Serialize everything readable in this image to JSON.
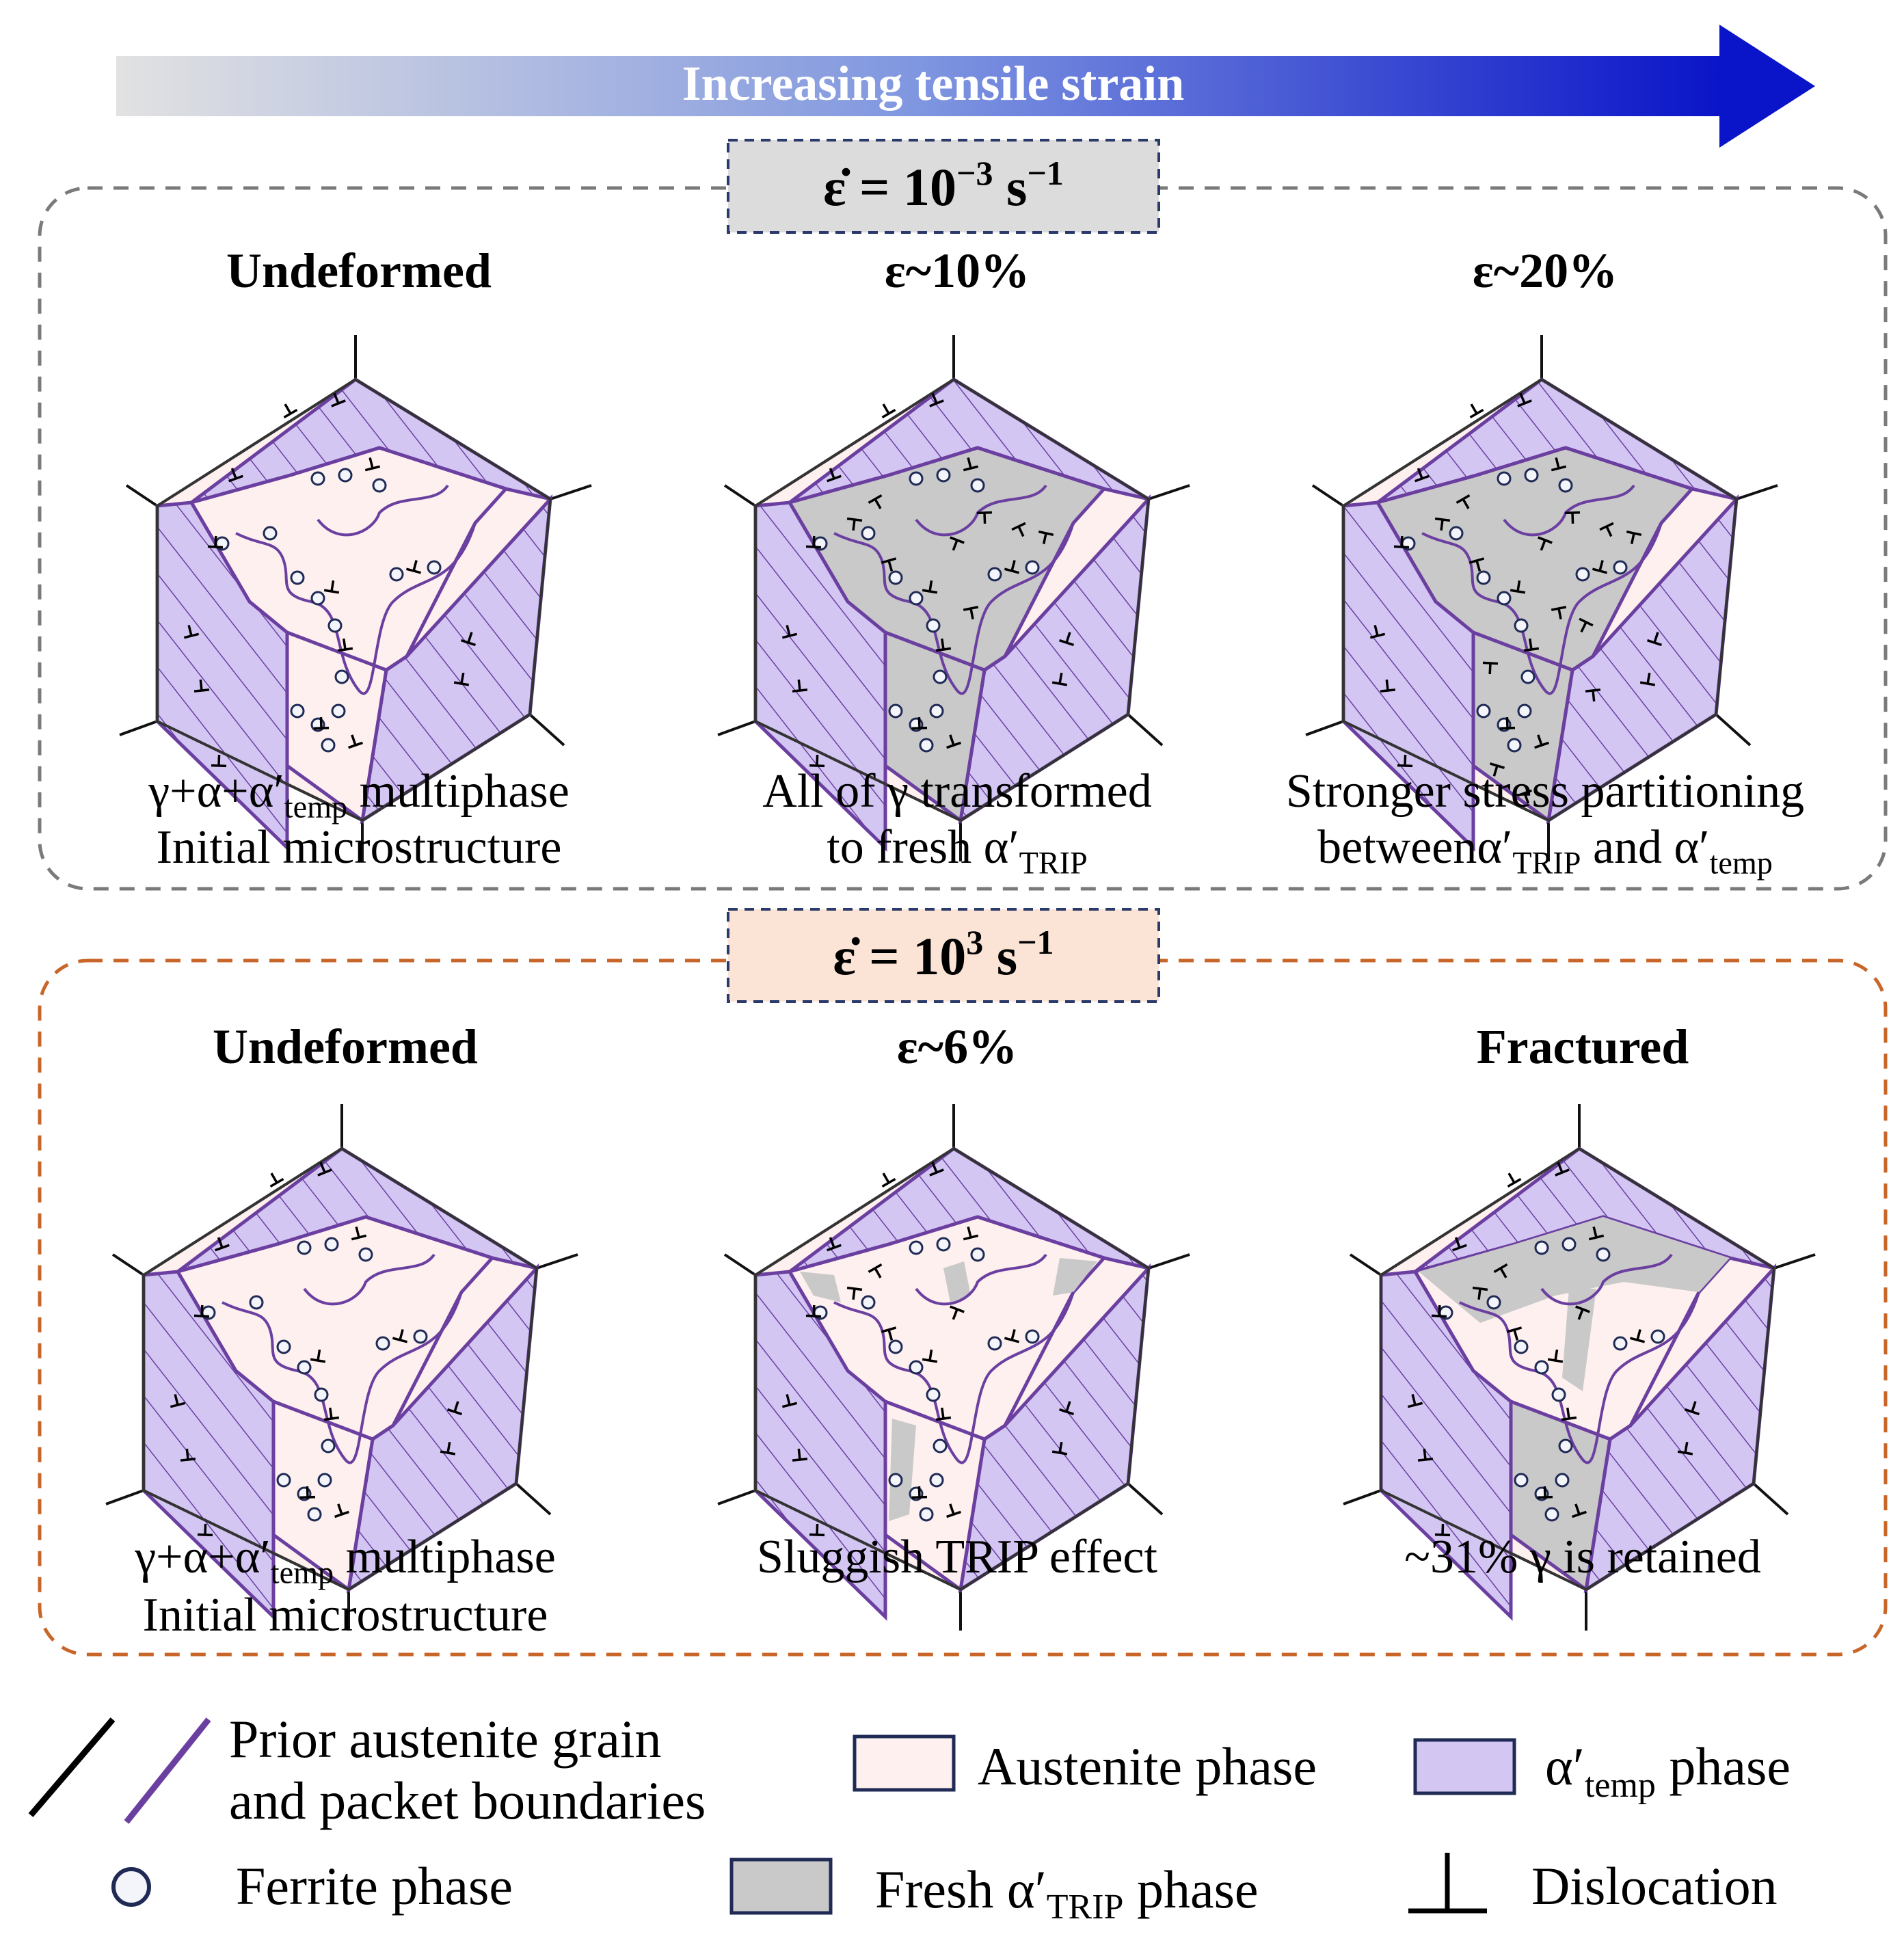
{
  "arrow": {
    "label": "Increasing tensile strain"
  },
  "colors": {
    "austenite": "#fdf0ee",
    "alpha_temp": "#d3c6f3",
    "fresh_trip": "#c9c9c9",
    "boundary_purple": "#6b3fa0",
    "quasi_box": "#dcdcdc",
    "dynamic_box": "#fbe3d6",
    "quasi_frame": "#7a7a7a",
    "dynamic_frame": "#c8662a"
  },
  "rows": [
    {
      "id": "quasi-static",
      "rate": {
        "base": "ε̇ = 10",
        "exp": "−3",
        "unit": " s",
        "unit_exp": "−1"
      },
      "panels": [
        {
          "title": "Undeformed",
          "state": "undeformed",
          "line1": {
            "pre": "γ+α+α′",
            "sub": "temp",
            "post": " multiphase"
          },
          "line2": {
            "pre": "Initial microstructure",
            "sub": "",
            "post": ""
          }
        },
        {
          "title": "ε~10%",
          "state": "full-trip",
          "line1": {
            "pre": "All of γ transformed",
            "sub": "",
            "post": ""
          },
          "line2": {
            "pre": "to fresh α′",
            "sub": "TRIP",
            "post": ""
          }
        },
        {
          "title": "ε~20%",
          "state": "full-trip-dense",
          "line1": {
            "pre": "Stronger stress partitioning",
            "sub": "",
            "post": ""
          },
          "line2": {
            "pre": "betweenα′",
            "sub": "TRIP",
            "post": " and α′",
            "sub2": "temp"
          }
        }
      ]
    },
    {
      "id": "dynamic",
      "rate": {
        "base": "ε̇ = 10",
        "exp": "3",
        "unit": " s",
        "unit_exp": "−1"
      },
      "panels": [
        {
          "title": "Undeformed",
          "state": "undeformed",
          "line1": {
            "pre": "γ+α+α′",
            "sub": "temp",
            "post": " multiphase"
          },
          "line2": {
            "pre": "Initial microstructure",
            "sub": "",
            "post": ""
          }
        },
        {
          "title": "ε~6%",
          "state": "sluggish",
          "line1": {
            "pre": "Sluggish TRIP effect",
            "sub": "",
            "post": ""
          },
          "line2": {
            "pre": "",
            "sub": "",
            "post": ""
          }
        },
        {
          "title": "Fractured",
          "state": "fractured",
          "line1": {
            "pre": "~31% γ is retained",
            "sub": "",
            "post": ""
          },
          "line2": {
            "pre": "",
            "sub": "",
            "post": ""
          }
        }
      ]
    }
  ],
  "legend": {
    "boundaries_line1": "Prior austenite grain",
    "boundaries_line2": "and packet boundaries",
    "austenite": "Austenite phase",
    "alpha_temp": {
      "pre": "α′",
      "sub": "temp",
      "post": " phase"
    },
    "ferrite": "Ferrite phase",
    "fresh_trip": {
      "pre": "Fresh α′",
      "sub": "TRIP",
      "post": " phase"
    },
    "dislocation": "Dislocation"
  }
}
